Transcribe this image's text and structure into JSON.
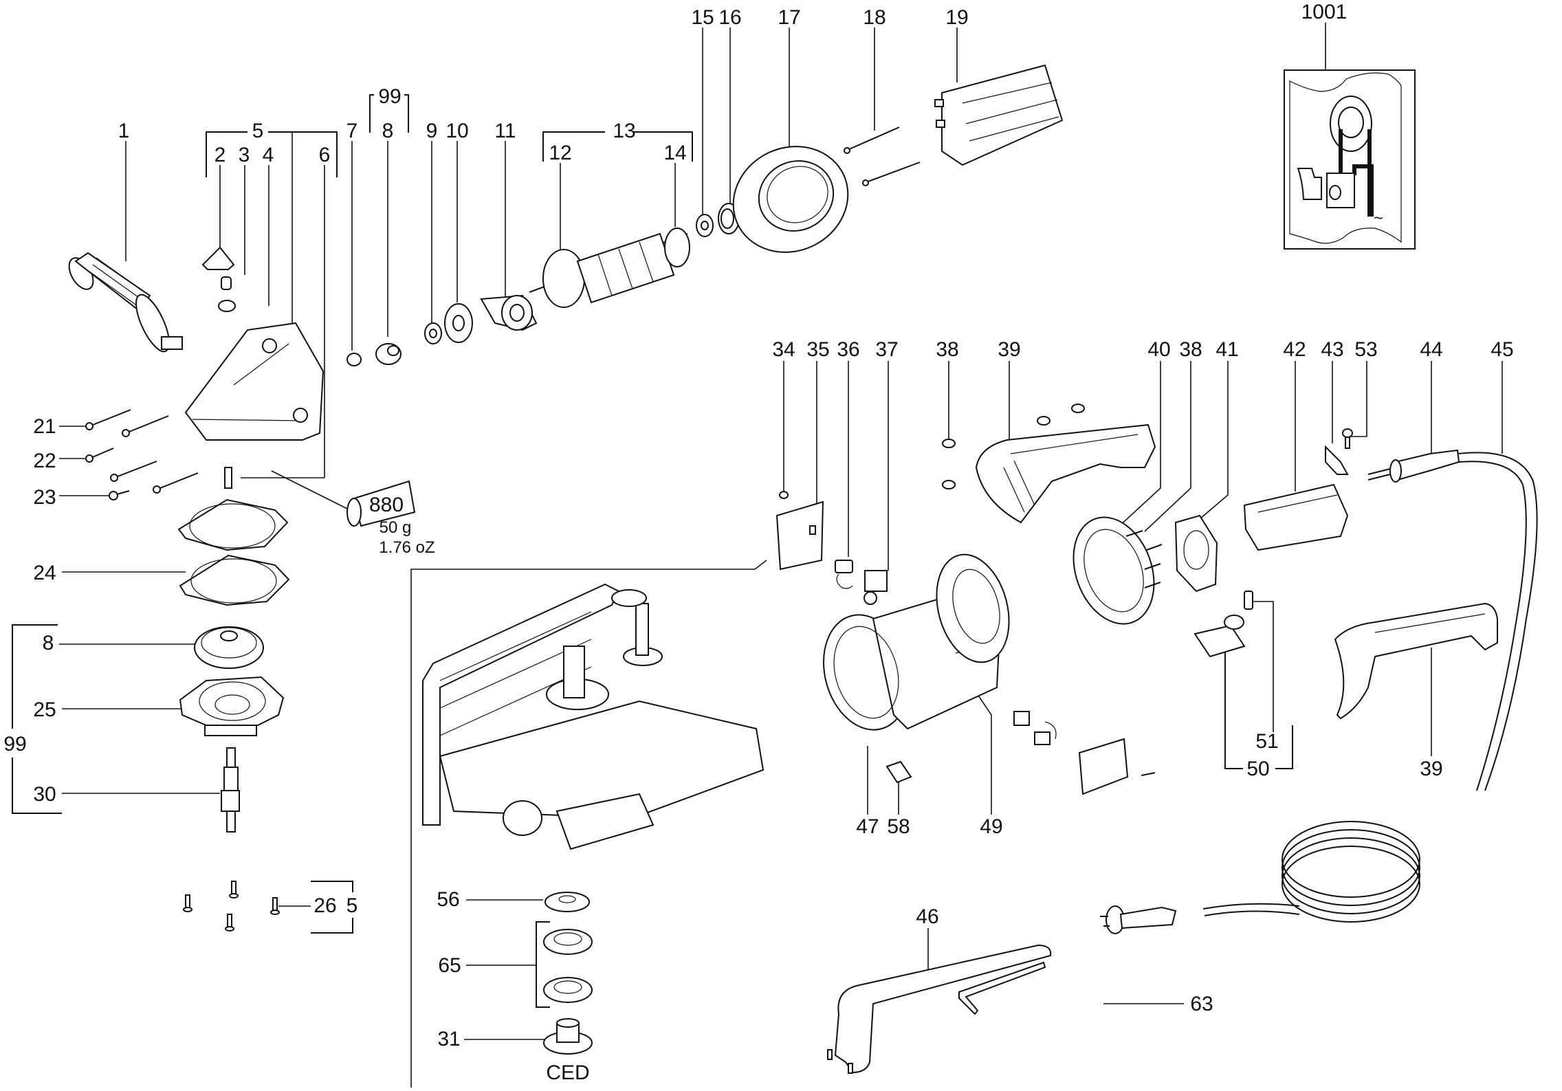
{
  "diagram": {
    "title": "Angle grinder exploded parts diagram",
    "labels": {
      "l1": "1",
      "l2": "2",
      "l3": "3",
      "l4": "4",
      "l5": "5",
      "l6": "6",
      "l7": "7",
      "l8": "8",
      "l8b": "8",
      "l9": "9",
      "l10": "10",
      "l11": "11",
      "l12": "12",
      "l13": "13",
      "l14": "14",
      "l15": "15",
      "l16": "16",
      "l17": "17",
      "l18": "18",
      "l19": "19",
      "l21": "21",
      "l22": "22",
      "l23": "23",
      "l24": "24",
      "l25": "25",
      "l26": "26",
      "l5b": "5",
      "l30": "30",
      "l31": "31",
      "l34": "34",
      "l35": "35",
      "l36": "36",
      "l37": "37",
      "l38": "38",
      "l38b": "38",
      "l39": "39",
      "l39b": "39",
      "l40": "40",
      "l41": "41",
      "l42": "42",
      "l43": "43",
      "l44": "44",
      "l45": "45",
      "l46": "46",
      "l47": "47",
      "l49": "49",
      "l50": "50",
      "l51": "51",
      "l53": "53",
      "l56": "56",
      "l58": "58",
      "l63": "63",
      "l65": "65",
      "l99a": "99",
      "l99b": "99",
      "l1001": "1001"
    },
    "grease": {
      "code": "880",
      "weight_metric": "50 g",
      "weight_imperial": "1.76 oZ"
    },
    "flange_note": "CED",
    "wiring_symbol": "~"
  }
}
